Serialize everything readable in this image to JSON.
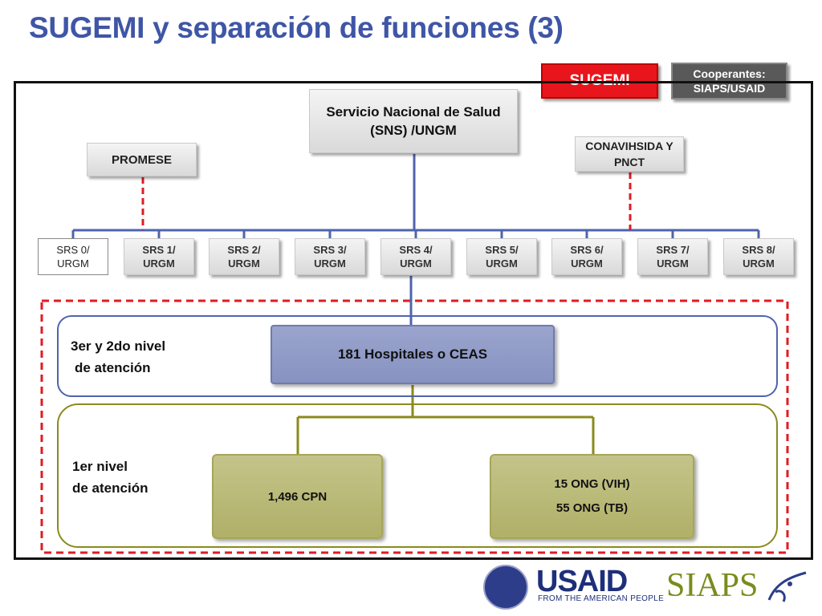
{
  "title": "SUGEMI y separación de funciones (3)",
  "legend": {
    "sugemi": "SUGEMI",
    "cooperantes_line1": "Cooperantes:",
    "cooperantes_line2": "SIAPS/USAID"
  },
  "top": {
    "sns_line1": "Servicio Nacional de Salud",
    "sns_line2": "(SNS) /UNGM",
    "promese": "PROMESE",
    "conav_line1": "CONAVIHSIDA Y",
    "conav_line2": "PNCT"
  },
  "srs": [
    {
      "l1": "SRS 0/",
      "l2": "URGM"
    },
    {
      "l1": "SRS 1/",
      "l2": "URGM"
    },
    {
      "l1": "SRS 2/",
      "l2": "URGM"
    },
    {
      "l1": "SRS 3/",
      "l2": "URGM"
    },
    {
      "l1": "SRS 4/",
      "l2": "URGM"
    },
    {
      "l1": "SRS 5/",
      "l2": "URGM"
    },
    {
      "l1": "SRS 6/",
      "l2": "URGM"
    },
    {
      "l1": "SRS 7/",
      "l2": "URGM"
    },
    {
      "l1": "SRS 8/",
      "l2": "URGM"
    }
  ],
  "levels": {
    "level2_line1": "3er y 2do nivel",
    "level2_line2": "de atención",
    "level1_line1": "1er nivel",
    "level1_line2": "de atención",
    "hospitals": "181 Hospitales o CEAS",
    "cpn": "1,496 CPN",
    "ong_line1": "15 ONG (VIH)",
    "ong_line2": "55 ONG (TB)"
  },
  "logos": {
    "usaid": "USAID",
    "usaid_sub": "FROM THE AMERICAN PEOPLE",
    "siaps": "SIAPS"
  },
  "colors": {
    "title": "#3f56a6",
    "sugemi": "#e8161c",
    "cooperantes": "#595959",
    "blue_line": "#4f64ad",
    "olive_line": "#8a8a1e",
    "red_dash": "#e01b22"
  }
}
